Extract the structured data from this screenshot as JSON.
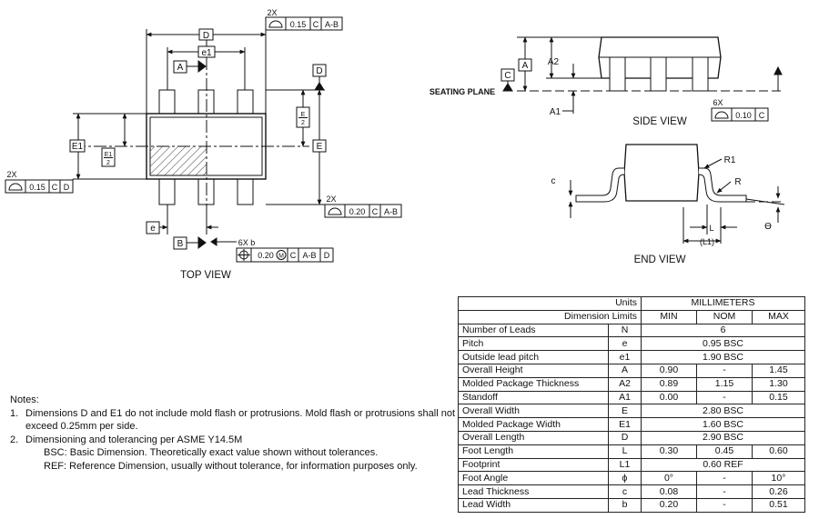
{
  "top_view": {
    "title": "TOP VIEW",
    "dim_d": "D",
    "dim_e1": "e1",
    "dim_e": "e",
    "dim_E": "E",
    "dim_E1": "E1",
    "dim_E1_half_num": "E1",
    "dim_E1_half_den": "2",
    "dim_E_half_num": "E",
    "dim_E_half_den": "2",
    "datum_a": "A",
    "datum_b": "B",
    "datum_d": "D",
    "fcf_top": {
      "count": "2X",
      "tol": "0.15",
      "ref1": "C",
      "ref2": "A-B"
    },
    "fcf_left": {
      "count": "2X",
      "tol": "0.15",
      "ref1": "C",
      "ref2": "D"
    },
    "fcf_right": {
      "count": "2X",
      "tol": "0.20",
      "ref1": "C",
      "ref2": "A-B"
    },
    "fcf_pos": {
      "count": "6X b",
      "tol": "0.20",
      "mod": "M",
      "ref1": "C",
      "ref2": "A-B",
      "ref3": "D"
    }
  },
  "side_view": {
    "title": "SIDE VIEW",
    "dim_a": "A",
    "dim_a2": "A2",
    "dim_a1": "A1",
    "datum_c": "C",
    "seating_plane": "SEATING PLANE",
    "fcf": {
      "count": "6X",
      "tol": "0.10",
      "ref1": "C"
    }
  },
  "end_view": {
    "title": "END VIEW",
    "dim_c": "c",
    "dim_r1": "R1",
    "dim_r": "R",
    "dim_l": "L",
    "dim_l1": "(L1)",
    "dim_theta": "ϴ"
  },
  "notes": {
    "heading": "Notes:",
    "items": [
      {
        "num": "1.",
        "text": "Dimensions D and E1 do not include mold flash or protrusions. Mold flash or protrusions shall not exceed 0.25mm per side."
      },
      {
        "num": "2.",
        "text": "Dimensioning and tolerancing per ASME Y14.5M"
      }
    ],
    "sub_items": [
      "BSC: Basic Dimension. Theoretically exact value shown without tolerances.",
      "REF:  Reference Dimension, usually without tolerance, for information purposes only."
    ]
  },
  "table": {
    "units_label": "Units",
    "units_value": "MILLIMETERS",
    "limits_label": "Dimension Limits",
    "col_min": "MIN",
    "col_nom": "NOM",
    "col_max": "MAX",
    "rows": [
      {
        "name": "Number of Leads",
        "sym": "N",
        "nom": "6"
      },
      {
        "name": "Pitch",
        "sym": "e",
        "nom": "0.95 BSC"
      },
      {
        "name": "Outside lead pitch",
        "sym": "e1",
        "nom": "1.90 BSC"
      },
      {
        "name": "Overall Height",
        "sym": "A",
        "min": "0.90",
        "nom": "-",
        "max": "1.45"
      },
      {
        "name": "Molded Package Thickness",
        "sym": "A2",
        "min": "0.89",
        "nom": "1.15",
        "max": "1.30"
      },
      {
        "name": "Standoff",
        "sym": "A1",
        "min": "0.00",
        "nom": "-",
        "max": "0.15"
      },
      {
        "name": "Overall Width",
        "sym": "E",
        "nom": "2.80 BSC"
      },
      {
        "name": "Molded Package Width",
        "sym": "E1",
        "nom": "1.60 BSC"
      },
      {
        "name": "Overall Length",
        "sym": "D",
        "nom": "2.90 BSC"
      },
      {
        "name": "Foot Length",
        "sym": "L",
        "min": "0.30",
        "nom": "0.45",
        "max": "0.60"
      },
      {
        "name": "Footprint",
        "sym": "L1",
        "nom": "0.60 REF"
      },
      {
        "name": "Foot Angle",
        "sym": "ϕ",
        "min": "0°",
        "nom": "-",
        "max": "10°"
      },
      {
        "name": "Lead Thickness",
        "sym": "c",
        "min": "0.08",
        "nom": "-",
        "max": "0.26"
      },
      {
        "name": "Lead Width",
        "sym": "b",
        "min": "0.20",
        "nom": "-",
        "max": "0.51"
      }
    ]
  }
}
